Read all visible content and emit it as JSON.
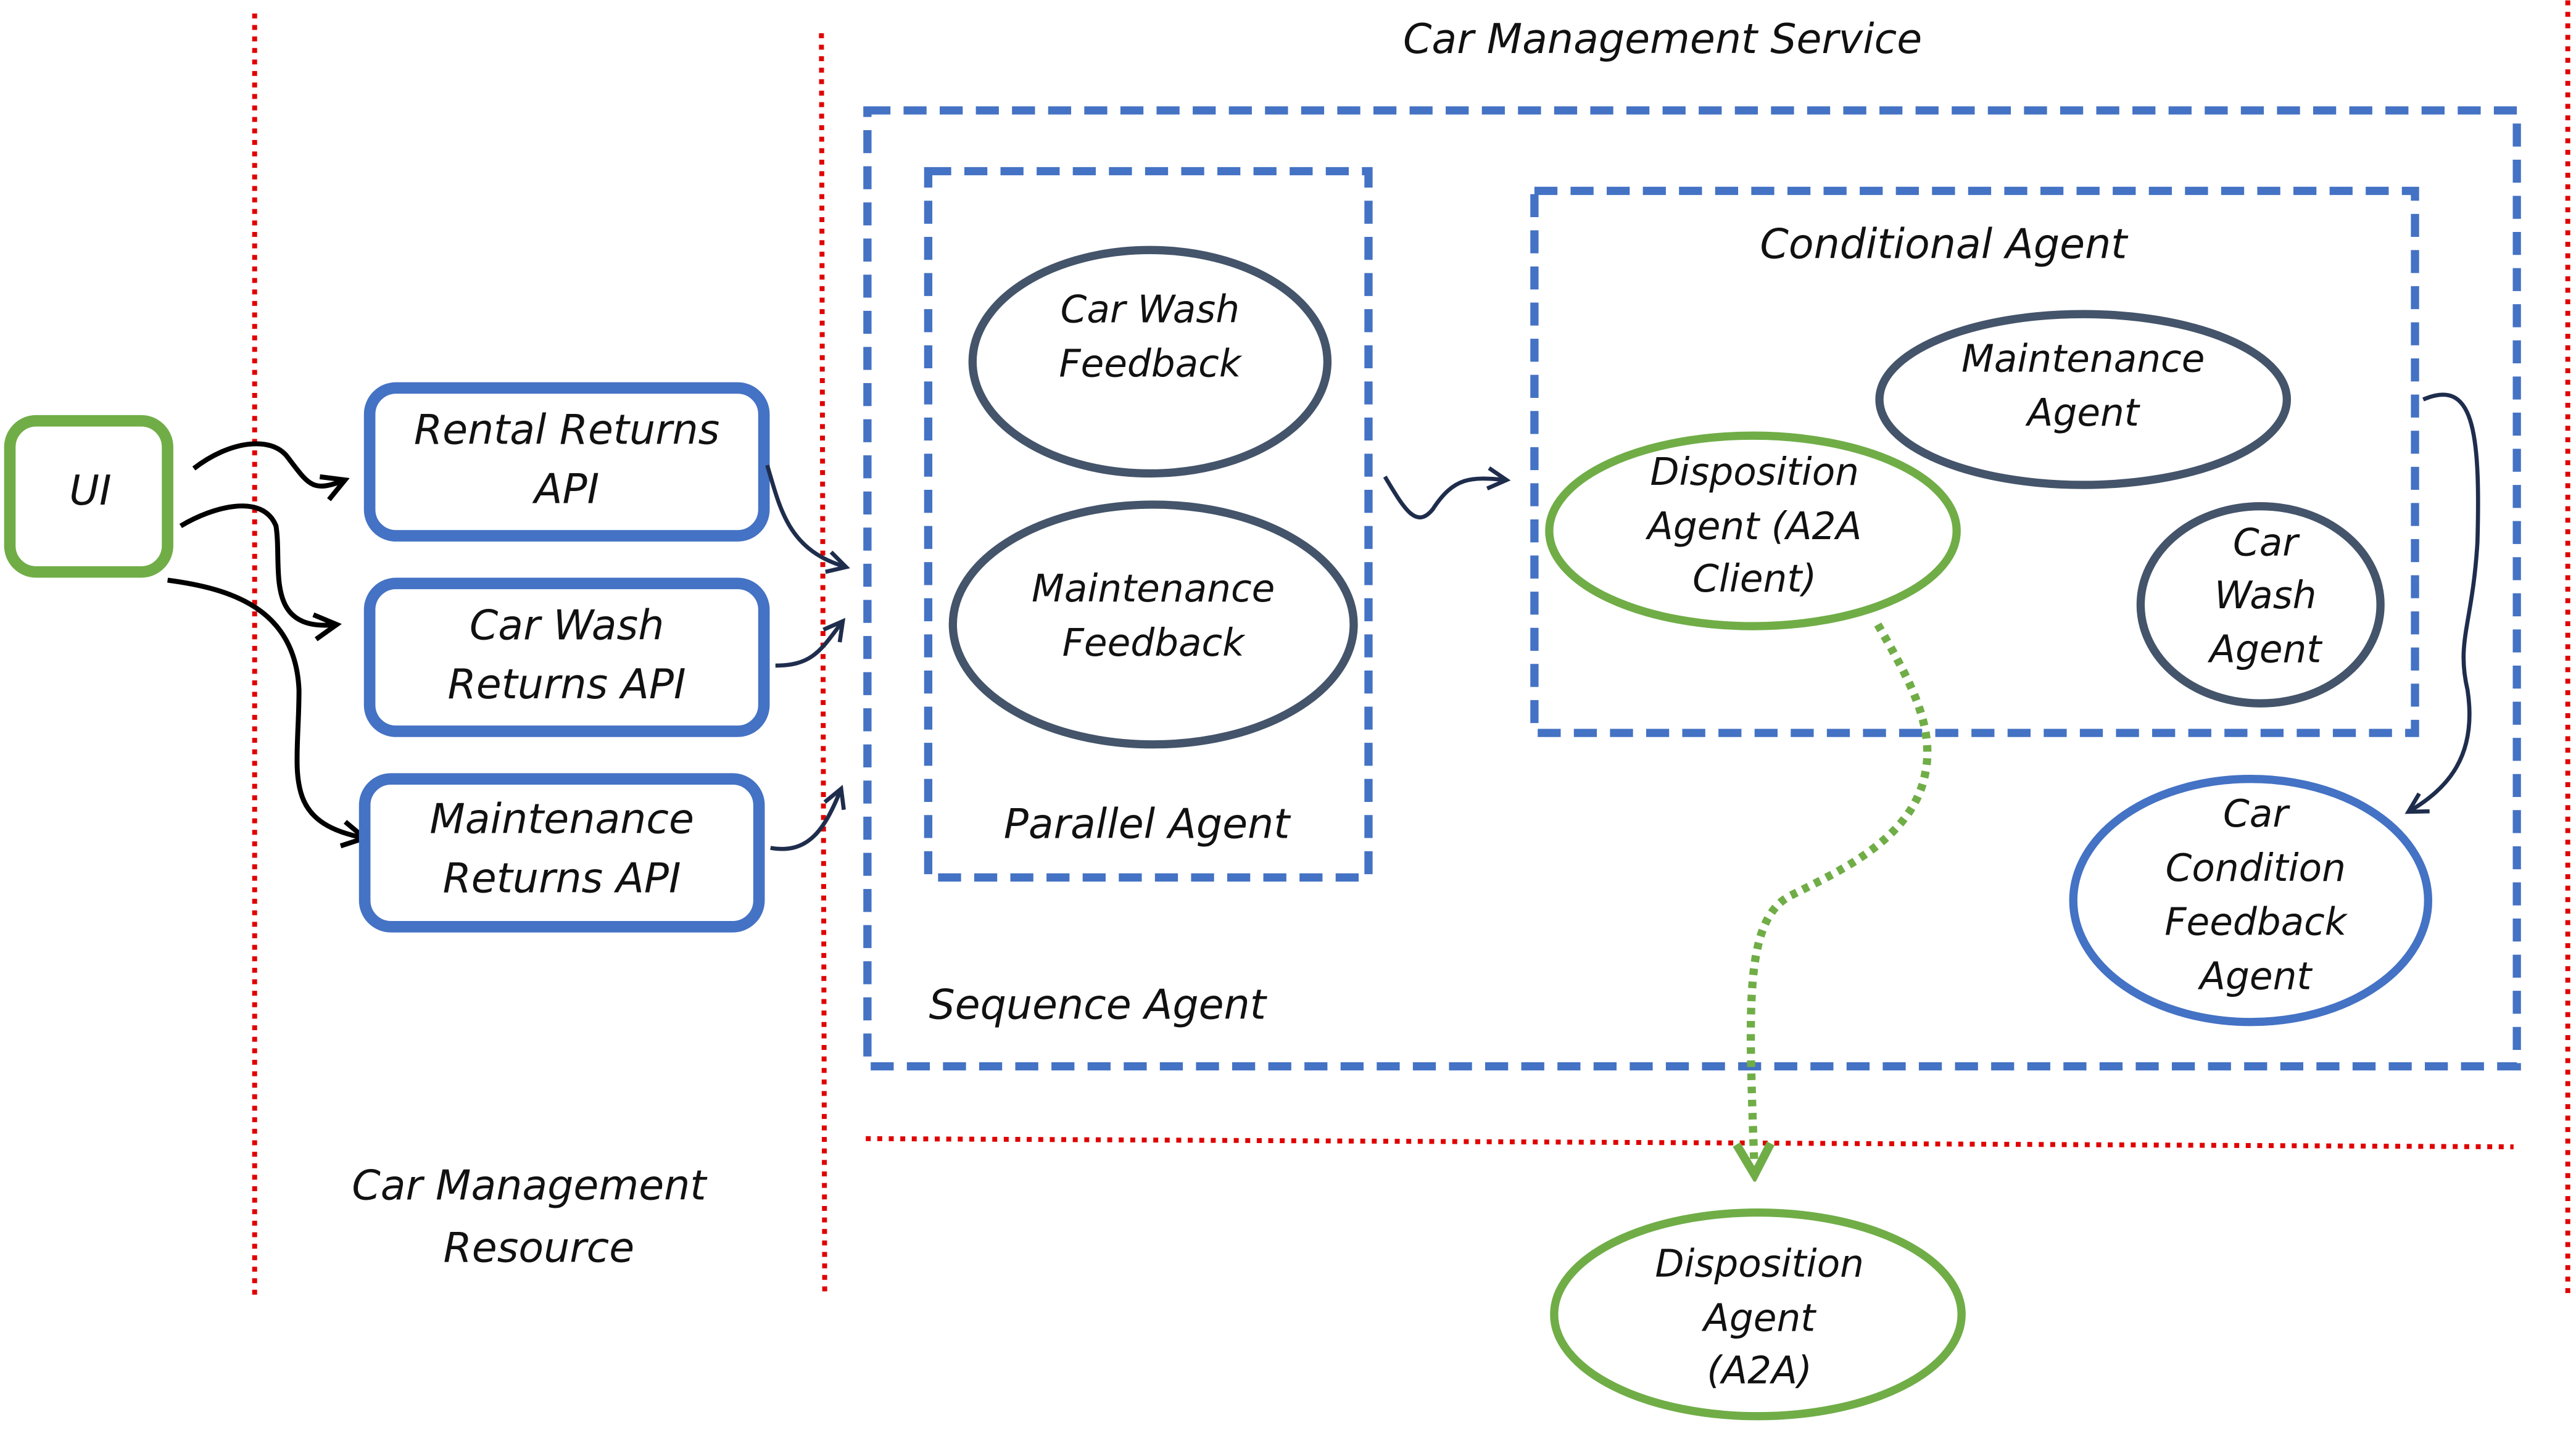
{
  "colors": {
    "ui_green": "#70AD47",
    "api_blue": "#4472C4",
    "agent_slate": "#44546A",
    "boundary_red": "#E00000",
    "arrow_dark": "#1F2D4D",
    "text": "#111111"
  },
  "regions": {
    "resource_label_line1": "Car Management",
    "resource_label_line2": "Resource",
    "service_title": "Car Management Service"
  },
  "ui": {
    "label": "UI"
  },
  "apis": [
    {
      "line1": "Rental Returns",
      "line2": "API"
    },
    {
      "line1": "Car Wash",
      "line2": "Returns API"
    },
    {
      "line1": "Maintenance",
      "line2": "Returns API"
    }
  ],
  "sequence_agent": {
    "label": "Sequence Agent"
  },
  "parallel_agent": {
    "label": "Parallel Agent",
    "children": [
      {
        "line1": "Car Wash",
        "line2": "Feedback"
      },
      {
        "line1": "Maintenance",
        "line2": "Feedback"
      }
    ]
  },
  "conditional_agent": {
    "label": "Conditional Agent",
    "maintenance": {
      "line1": "Maintenance",
      "line2": "Agent"
    },
    "disposition_client": {
      "line1": "Disposition",
      "line2": "Agent (A2A",
      "line3": "Client)"
    },
    "car_wash": {
      "line1": "Car",
      "line2": "Wash",
      "line3": "Agent"
    }
  },
  "car_condition_feedback": {
    "line1": "Car",
    "line2": "Condition",
    "line3": "Feedback",
    "line4": "Agent"
  },
  "disposition_remote": {
    "line1": "Disposition",
    "line2": "Agent",
    "line3": "(A2A)"
  }
}
